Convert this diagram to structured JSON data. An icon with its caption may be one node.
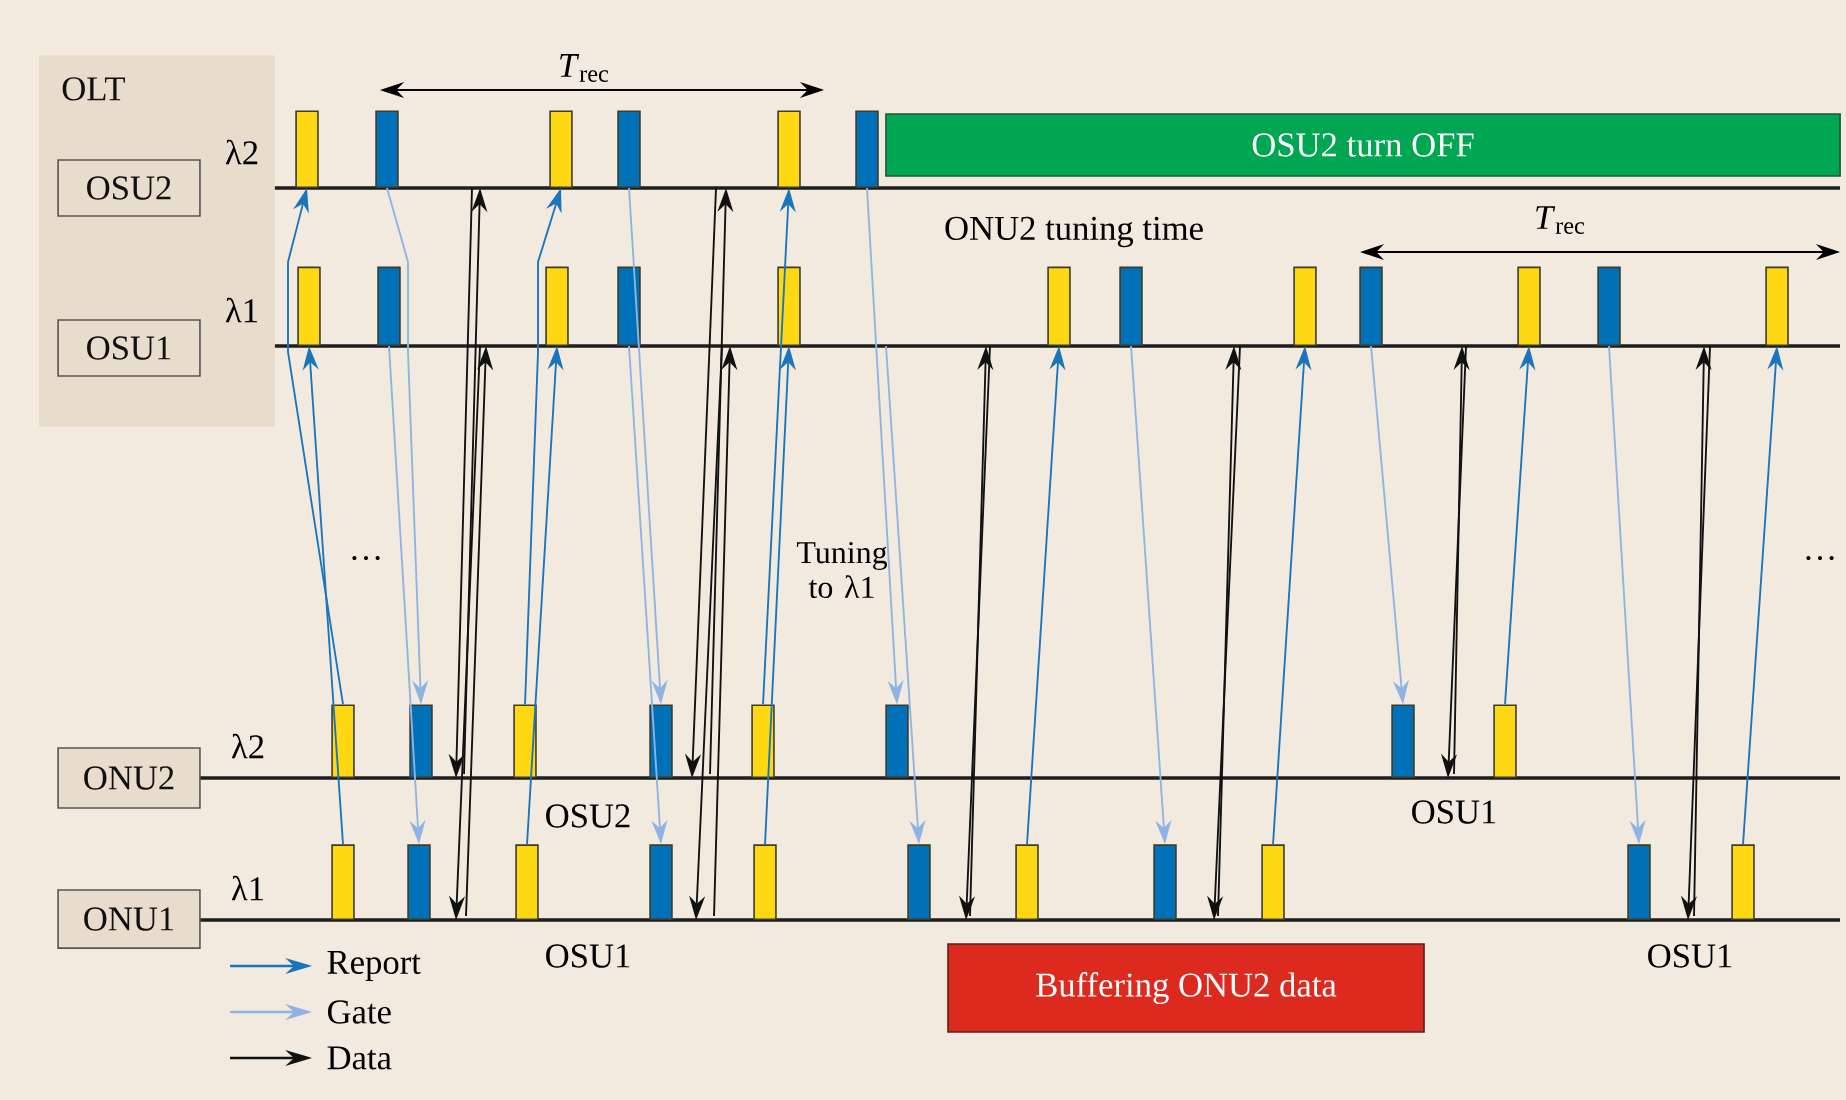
{
  "diagram": {
    "nodes": [
      {
        "text": [
          "OLT"
        ]
      },
      {
        "text": [
          "OSU2"
        ],
        "in": 0
      },
      {
        "text": [
          "OSU1"
        ],
        "in": 0
      },
      {
        "text": [
          "OSU2 turn OFF"
        ]
      },
      {
        "text": [],
        "shape": "bar"
      },
      {
        "text": [],
        "shape": "bar"
      },
      {
        "text": [],
        "shape": "bar"
      },
      {
        "text": [],
        "shape": "bar"
      },
      {
        "text": [],
        "shape": "bar"
      },
      {
        "text": [],
        "shape": "bar"
      },
      {
        "text": [],
        "shape": "bar"
      },
      {
        "text": [],
        "shape": "bar"
      },
      {
        "text": [],
        "shape": "bar"
      },
      {
        "text": [],
        "shape": "bar"
      },
      {
        "text": [],
        "shape": "bar"
      },
      {
        "text": [],
        "shape": "bar"
      },
      {
        "text": [],
        "shape": "bar"
      },
      {
        "text": [],
        "shape": "bar"
      },
      {
        "text": [],
        "shape": "bar"
      },
      {
        "text": [],
        "shape": "bar"
      },
      {
        "text": [],
        "shape": "bar"
      },
      {
        "text": [],
        "shape": "bar"
      },
      {
        "text": [
          "ONU2"
        ]
      },
      {
        "text": [],
        "shape": "bar"
      },
      {
        "text": [],
        "shape": "bar"
      },
      {
        "text": [],
        "shape": "bar"
      },
      {
        "text": [],
        "shape": "bar"
      },
      {
        "text": [],
        "shape": "bar"
      },
      {
        "text": [],
        "shape": "bar"
      },
      {
        "text": [],
        "shape": "bar"
      },
      {
        "text": [],
        "shape": "bar"
      },
      {
        "text": [
          "ONU1"
        ]
      },
      {
        "text": [],
        "shape": "bar"
      },
      {
        "text": [],
        "shape": "bar"
      },
      {
        "text": [],
        "shape": "bar"
      },
      {
        "text": [],
        "shape": "bar"
      },
      {
        "text": [],
        "shape": "bar"
      },
      {
        "text": [],
        "shape": "bar"
      },
      {
        "text": [],
        "shape": "bar"
      },
      {
        "text": [],
        "shape": "bar"
      },
      {
        "text": [],
        "shape": "bar"
      },
      {
        "text": [],
        "shape": "bar"
      },
      {
        "text": [],
        "shape": "bar"
      },
      {
        "text": [
          "Buffering ONU2 data"
        ]
      }
    ],
    "edges": [
      {
        "from": 23,
        "to": 4,
        "arrow": "to"
      },
      {
        "from": 32,
        "to": 10,
        "arrow": "to"
      },
      {
        "from": 25,
        "to": 6,
        "arrow": "to"
      },
      {
        "from": 34,
        "to": 12,
        "arrow": "to"
      },
      {
        "from": 27,
        "to": 8,
        "arrow": "to"
      },
      {
        "from": 36,
        "to": 14,
        "arrow": "to"
      },
      {
        "from": 38,
        "to": 15,
        "arrow": "to"
      },
      {
        "from": 40,
        "to": 17,
        "arrow": "to"
      },
      {
        "from": 30,
        "to": 19,
        "arrow": "to"
      },
      {
        "from": 42,
        "to": 21,
        "arrow": "to"
      },
      {
        "from": 5,
        "to": 24,
        "arrow": "to",
        "color": "#8fb4e3"
      },
      {
        "from": 11,
        "to": 33,
        "arrow": "to",
        "color": "#8fb4e3"
      },
      {
        "from": 7,
        "to": 26,
        "arrow": "to",
        "color": "#8fb4e3"
      },
      {
        "from": 13,
        "to": 35,
        "arrow": "to",
        "color": "#8fb4e3"
      },
      {
        "from": 9,
        "to": 28,
        "arrow": "to",
        "color": "#8fb4e3"
      },
      {
        "from": null,
        "to": 37,
        "arrow": "to",
        "color": "#8fb4e3"
      },
      {
        "from": 16,
        "to": 39,
        "arrow": "to",
        "color": "#8fb4e3"
      },
      {
        "from": 18,
        "to": 29,
        "arrow": "to",
        "color": "#8fb4e3"
      },
      {
        "from": 20,
        "to": 41,
        "arrow": "to",
        "color": "#8fb4e3"
      }
    ],
    "labels": [
      "*T*$_{rec}$",
      "λ2",
      "λ1",
      "ONU2 tuning time",
      "*T*$_{rec}$",
      "…",
      "Tuning to λ1",
      "…",
      "λ2",
      "OSU2",
      "λ1",
      "OSU1",
      "OSU1",
      "OSU1"
    ],
    "legend": [
      {
        "text": "Report"
      },
      {
        "text": "Gate"
      },
      {
        "text": "Data"
      }
    ]
  }
}
